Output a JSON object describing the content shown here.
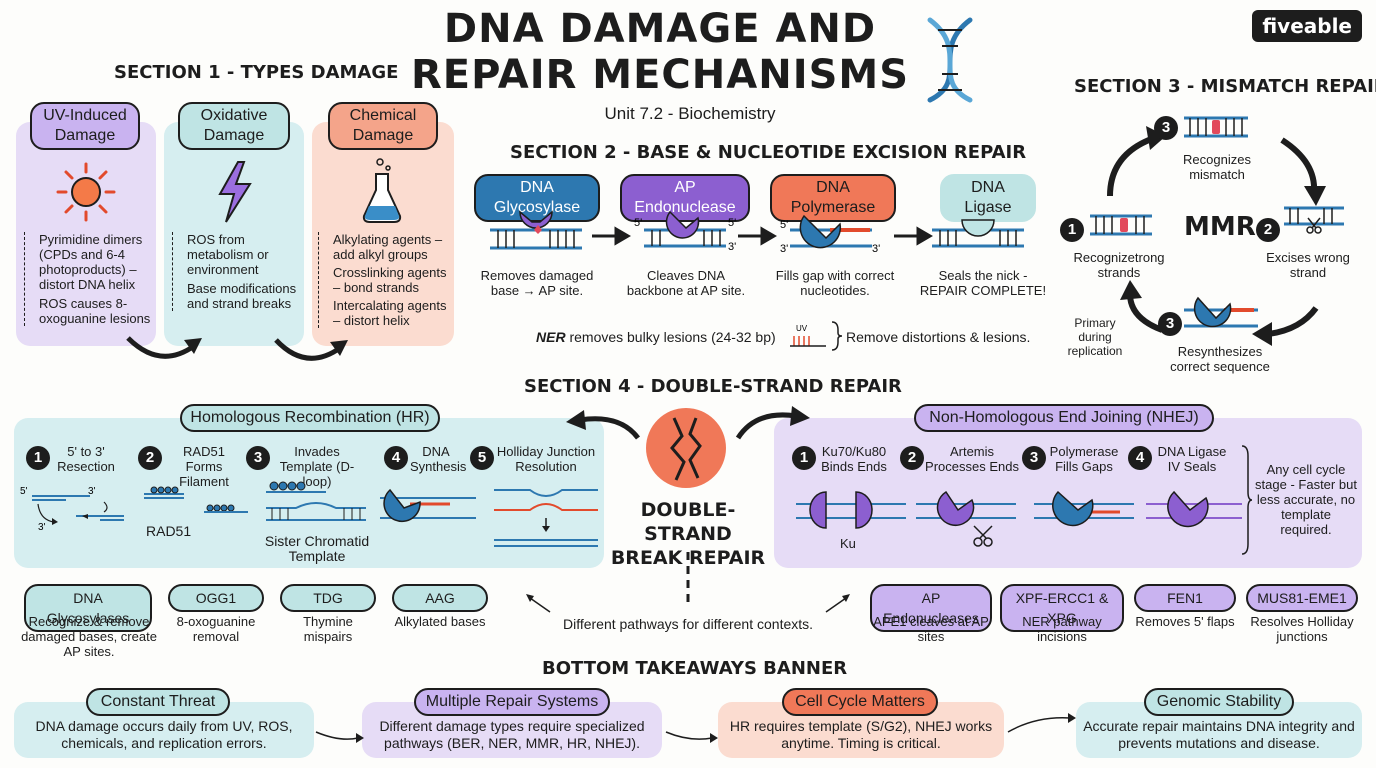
{
  "header": {
    "title_line1": "DNA DAMAGE AND",
    "title_line2": "REPAIR MECHANISMS",
    "subtitle": "Unit 7.2 - Biochemistry",
    "brand": "fiveable"
  },
  "section1": {
    "heading": "SECTION 1 - TYPES DAMAGE",
    "cards": [
      {
        "title": "UV-Induced Damage",
        "bullets": [
          "Pyrimidine dimers (CPDs and 6-4 photoproducts) – distort DNA helix",
          "ROS causes 8-oxoguanine lesions"
        ]
      },
      {
        "title": "Oxidative Damage",
        "bullets": [
          "ROS from metabolism or environment",
          "Base modifications and strand breaks"
        ]
      },
      {
        "title": "Chemical Damage",
        "bullets": [
          "Alkylating agents – add alkyl groups",
          "Crosslinking agents – bond strands",
          "Intercalating agents – distort helix"
        ]
      }
    ]
  },
  "section2": {
    "heading": "SECTION 2 - BASE & NUCLEOTIDE EXCISION REPAIR",
    "steps": [
      {
        "label": "DNA Glycosylase",
        "desc": "Removes damaged base → AP site.",
        "color": "#2d78b0"
      },
      {
        "label": "AP Endonuclease",
        "desc": "Cleaves DNA backbone at AP site.",
        "color": "#8c5fd0"
      },
      {
        "label": "DNA Polymerase",
        "desc": "Fills gap with correct nucleotides.",
        "color": "#f07858"
      },
      {
        "label": "DNA Ligase",
        "desc": "Seals the nick - REPAIR COMPLETE!",
        "color": "#bfe4e4"
      }
    ],
    "ner_prefix": "NER",
    "ner_text": "removes bulky lesions (24-32 bp)",
    "uv_label": "UV",
    "ner_tail": "Remove distortions & lesions.",
    "strand_5": "5'",
    "strand_3": "3'"
  },
  "section3": {
    "heading": "SECTION 3 - MISMATCH REPAIR",
    "center": "MMR",
    "steps": [
      {
        "num": "3",
        "text": "Recognizes mismatch"
      },
      {
        "num": "2",
        "text": "Excises wrong strand"
      },
      {
        "num": "3",
        "text": "Resynthesizes correct sequence"
      },
      {
        "num": "1",
        "text": "Recognizetrong strands"
      }
    ],
    "note": "Primary during replication"
  },
  "section4": {
    "heading": "SECTION 4 - DOUBLE-STRAND REPAIR",
    "center": "DOUBLE-STRAND BREAK REPAIR",
    "hr": {
      "title": "Homologous Recombination (HR)",
      "steps": [
        {
          "num": "1",
          "text": "5' to 3' Resection"
        },
        {
          "num": "2",
          "text": "RAD51 Forms Filament"
        },
        {
          "num": "3",
          "text": "Invades Template (D-loop)"
        },
        {
          "num": "4",
          "text": "DNA Synthesis"
        },
        {
          "num": "5",
          "text": "Holliday Junction Resolution"
        }
      ],
      "rad51": "RAD51",
      "sister": "Sister Chromatid Template"
    },
    "nhej": {
      "title": "Non-Homologous End Joining (NHEJ)",
      "steps": [
        {
          "num": "1",
          "text": "Ku70/Ku80 Binds Ends"
        },
        {
          "num": "2",
          "text": "Artemis Processes Ends"
        },
        {
          "num": "3",
          "text": "Polymerase Fills Gaps"
        },
        {
          "num": "4",
          "text": "DNA Ligase IV Seals"
        }
      ],
      "ku": "Ku",
      "note": "Any cell cycle stage - Faster but less accurate, no template required."
    }
  },
  "enzymes": {
    "left": [
      {
        "label": "DNA Glycosylases",
        "desc": "Recognize & remove damaged bases, create AP sites."
      },
      {
        "label": "OGG1",
        "desc": "8-oxoguanine removal"
      },
      {
        "label": "TDG",
        "desc": "Thymine mispairs"
      },
      {
        "label": "AAG",
        "desc": "Alkylated bases"
      }
    ],
    "center": "Different pathways for different contexts.",
    "right": [
      {
        "label": "AP Endonucleases",
        "desc": "APE1 cleaves at AP sites"
      },
      {
        "label": "XPF-ERCC1 & XPG",
        "desc": "NER pathway incisions"
      },
      {
        "label": "FEN1",
        "desc": "Removes 5' flaps"
      },
      {
        "label": "MUS81-EME1",
        "desc": "Resolves Holliday junctions"
      }
    ]
  },
  "takeaways": {
    "heading": "BOTTOM TAKEAWAYS BANNER",
    "items": [
      {
        "title": "Constant Threat",
        "text": "DNA damage occurs daily from UV, ROS, chemicals, and replication errors."
      },
      {
        "title": "Multiple Repair Systems",
        "text": "Different damage types require specialized pathways (BER, NER, MMR, HR, NHEJ)."
      },
      {
        "title": "Cell Cycle Matters",
        "text": "HR requires template (S/G2), NHEJ works anytime. Timing is critical."
      },
      {
        "title": "Genomic Stability",
        "text": "Accurate repair maintains DNA integrity and prevents mutations and disease."
      }
    ]
  },
  "colors": {
    "purple": "#e6dcf6",
    "blue": "#d6eef0",
    "peach": "#fbdcd0",
    "teal": "#bfe4e4",
    "violet": "#c9b3f0",
    "orange": "#f4a48a",
    "dark": "#1d1d1d"
  }
}
